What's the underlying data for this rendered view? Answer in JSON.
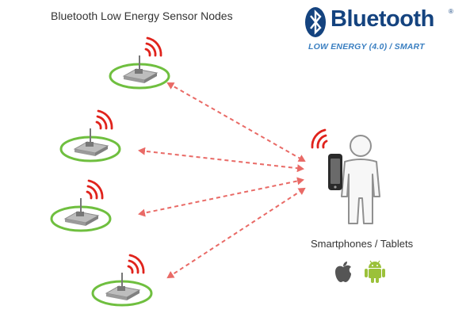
{
  "diagram": {
    "title": "Bluetooth Low Energy Sensor Nodes",
    "logo": {
      "name": "Bluetooth",
      "registered": "®",
      "subtitle": "LOW ENERGY (4.0) / SMART"
    },
    "device_caption": "Smartphones / Tablets",
    "colors": {
      "node_ring": "#6fbf3f",
      "signal": "#e0231c",
      "link": "#e96a66",
      "logo_blue": "#14437f",
      "logo_light_blue": "#3a7fc1",
      "android_green": "#9bc13a",
      "apple_gray": "#555555"
    },
    "sensor_nodes": [
      {
        "name": "sensor-node-1"
      },
      {
        "name": "sensor-node-2"
      },
      {
        "name": "sensor-node-3"
      },
      {
        "name": "sensor-node-4"
      }
    ],
    "links": [
      {
        "from": "sensor-node-1",
        "to": "smartphone-user",
        "style": "dashed-bidirectional"
      },
      {
        "from": "sensor-node-2",
        "to": "smartphone-user",
        "style": "dashed-bidirectional"
      },
      {
        "from": "sensor-node-3",
        "to": "smartphone-user",
        "style": "dashed-bidirectional"
      },
      {
        "from": "sensor-node-4",
        "to": "smartphone-user",
        "style": "dashed-bidirectional"
      }
    ],
    "icons": [
      "bluetooth-rune-icon",
      "signal-waves-icon",
      "person-icon",
      "smartphone-icon",
      "apple-logo-icon",
      "android-logo-icon"
    ]
  }
}
